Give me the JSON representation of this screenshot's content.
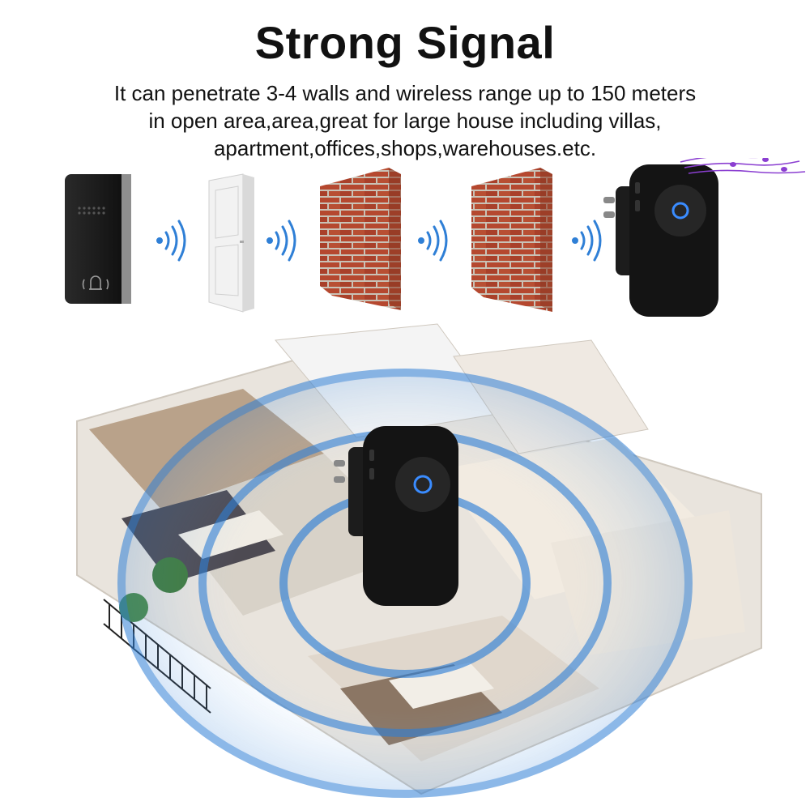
{
  "heading": {
    "title": "Strong Signal",
    "lines": [
      "It can penetrate 3-4 walls and wireless range up to 150 meters",
      "in open area,area,great for large house including villas,",
      "apartment,offices,shops,warehouses.etc."
    ]
  },
  "colors": {
    "brick": "#b5482f",
    "signal_blue": "#2f7fd6",
    "device_black": "#161616",
    "led_ring": "#3a8cff",
    "music_purple": "#8b3fd1"
  },
  "icons": [
    "wifi-signal-icon",
    "bell-icon",
    "music-notes-icon"
  ]
}
